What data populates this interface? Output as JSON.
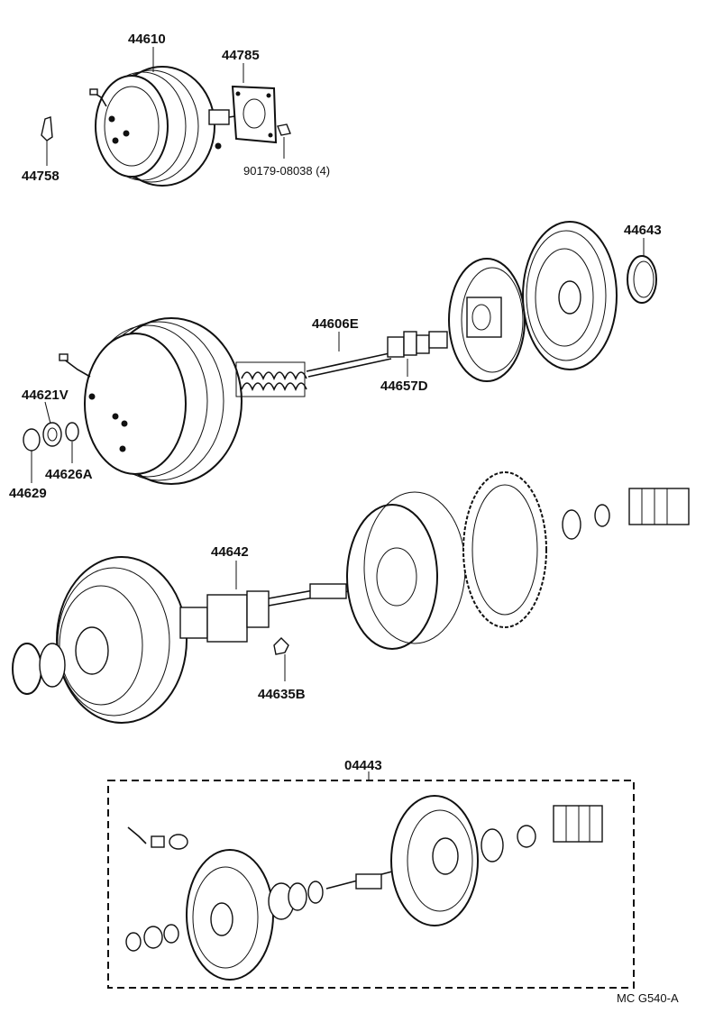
{
  "parts": [
    {
      "id": "p44610",
      "number": "44610"
    },
    {
      "id": "p44785",
      "number": "44785"
    },
    {
      "id": "p44758",
      "number": "44758"
    },
    {
      "id": "p90179",
      "number": "90179-08038 (4)"
    },
    {
      "id": "p44643",
      "number": "44643"
    },
    {
      "id": "p44606E",
      "number": "44606E"
    },
    {
      "id": "p44657D",
      "number": "44657D"
    },
    {
      "id": "p44621V",
      "number": "44621V"
    },
    {
      "id": "p44626A",
      "number": "44626A"
    },
    {
      "id": "p44629",
      "number": "44629"
    },
    {
      "id": "p44642",
      "number": "44642"
    },
    {
      "id": "p44635B",
      "number": "44635B"
    },
    {
      "id": "p04443",
      "number": "04443"
    }
  ],
  "diagram_code": "MC G540-A"
}
